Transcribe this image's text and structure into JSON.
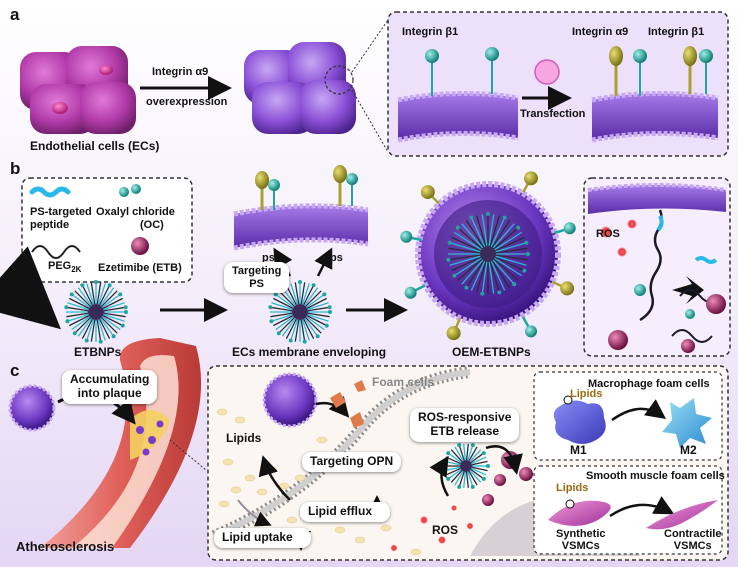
{
  "panel_a": {
    "letter": "a",
    "cells_label": "Endothelial cells (ECs)",
    "arrow_label_line1": "Integrin α9",
    "arrow_label_line2": "overexpression",
    "integrin_b1_left": "Integrin β1",
    "integrin_a9": "Integrin α9",
    "integrin_b1_right": "Integrin β1",
    "transfection": "Transfection"
  },
  "panel_b": {
    "letter": "b",
    "legend": {
      "ps_peptide_line1": "PS-targeted",
      "ps_peptide_line2": "peptide",
      "oc_line1": "Oxalyl chloride",
      "oc_line2": "(OC)",
      "peg": "PEG",
      "peg_sub": "2K",
      "etb": "Ezetimibe (ETB)"
    },
    "ps_left": "ps",
    "ps_right": "ps",
    "targeting_ps_line1": "Targeting",
    "targeting_ps_line2": "PS",
    "etbnps": "ETBNPs",
    "membrane_enveloping": "ECs membrane enveloping",
    "oem_etbnps": "OEM-ETBNPs",
    "ros": "ROS"
  },
  "panel_c": {
    "letter": "c",
    "accumulating_line1": "Accumulating",
    "accumulating_line2": "into plaque",
    "atherosclerosis": "Atherosclerosis",
    "foam_cells": "Foam cells",
    "lipids": "Lipids",
    "targeting_opn": "Targeting OPN",
    "ros_release_line1": "ROS-responsive",
    "ros_release_line2": "ETB release",
    "lipid_efflux": "Lipid efflux",
    "lipid_uptake": "Lipid uptake",
    "ros": "ROS",
    "macrophage_title": "Macrophage foam cells",
    "macrophage_lipids": "Lipids",
    "m1": "M1",
    "m2": "M2",
    "smc_title": "Smooth muscle foam cells",
    "smc_lipids": "Lipids",
    "synthetic_line1": "Synthetic",
    "synthetic_line2": "VSMCs",
    "contractile_line1": "Contractile",
    "contractile_line2": "VSMCs"
  },
  "colors": {
    "cell_magenta": "#b03aa8",
    "cell_purple": "#8a4fd6",
    "membrane_purple": "#8b5cd8",
    "integrin_teal": "#1fa5a0",
    "integrin_olive": "#a8a030",
    "ros_red": "#e8202a",
    "vessel_red": "#e0605a"
  }
}
